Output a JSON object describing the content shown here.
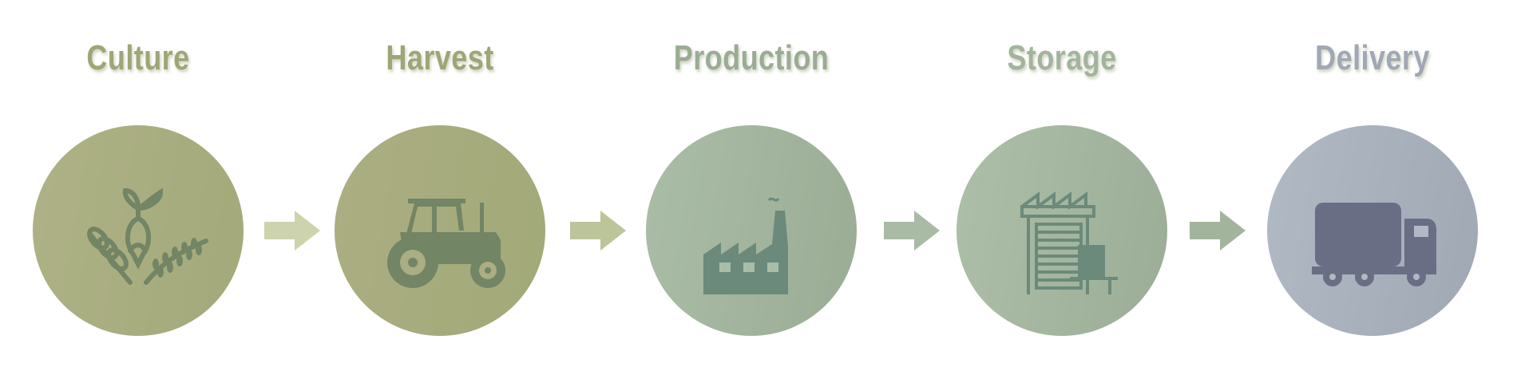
{
  "steps": [
    {
      "label": "Culture",
      "icon": "crops-icon",
      "title_color": "#9fa676",
      "circle_colors": [
        "#aeb286",
        "#a3a97b"
      ],
      "icon_color": "#728565"
    },
    {
      "label": "Harvest",
      "icon": "tractor-icon",
      "title_color": "#9ea576",
      "circle_colors": [
        "#abae82",
        "#a2a978"
      ],
      "icon_color": "#728565"
    },
    {
      "label": "Production",
      "icon": "factory-icon",
      "title_color": "#9aac94",
      "circle_colors": [
        "#aabda6",
        "#9bac95"
      ],
      "icon_color": "#6b8a7c"
    },
    {
      "label": "Storage",
      "icon": "warehouse-icon",
      "title_color": "#a3b49c",
      "circle_colors": [
        "#adbfa8",
        "#9bad96"
      ],
      "icon_color": "#6b8a7c"
    },
    {
      "label": "Delivery",
      "icon": "truck-icon",
      "title_color": "#a0a8b5",
      "circle_colors": [
        "#b1b9c4",
        "#a0a8b4"
      ],
      "icon_color": "#6a6e85"
    }
  ],
  "arrow_colors": [
    "#cdd3ac",
    "#bcc59a",
    "#a9bba5",
    "#a3b49c",
    "#a8aebb"
  ]
}
